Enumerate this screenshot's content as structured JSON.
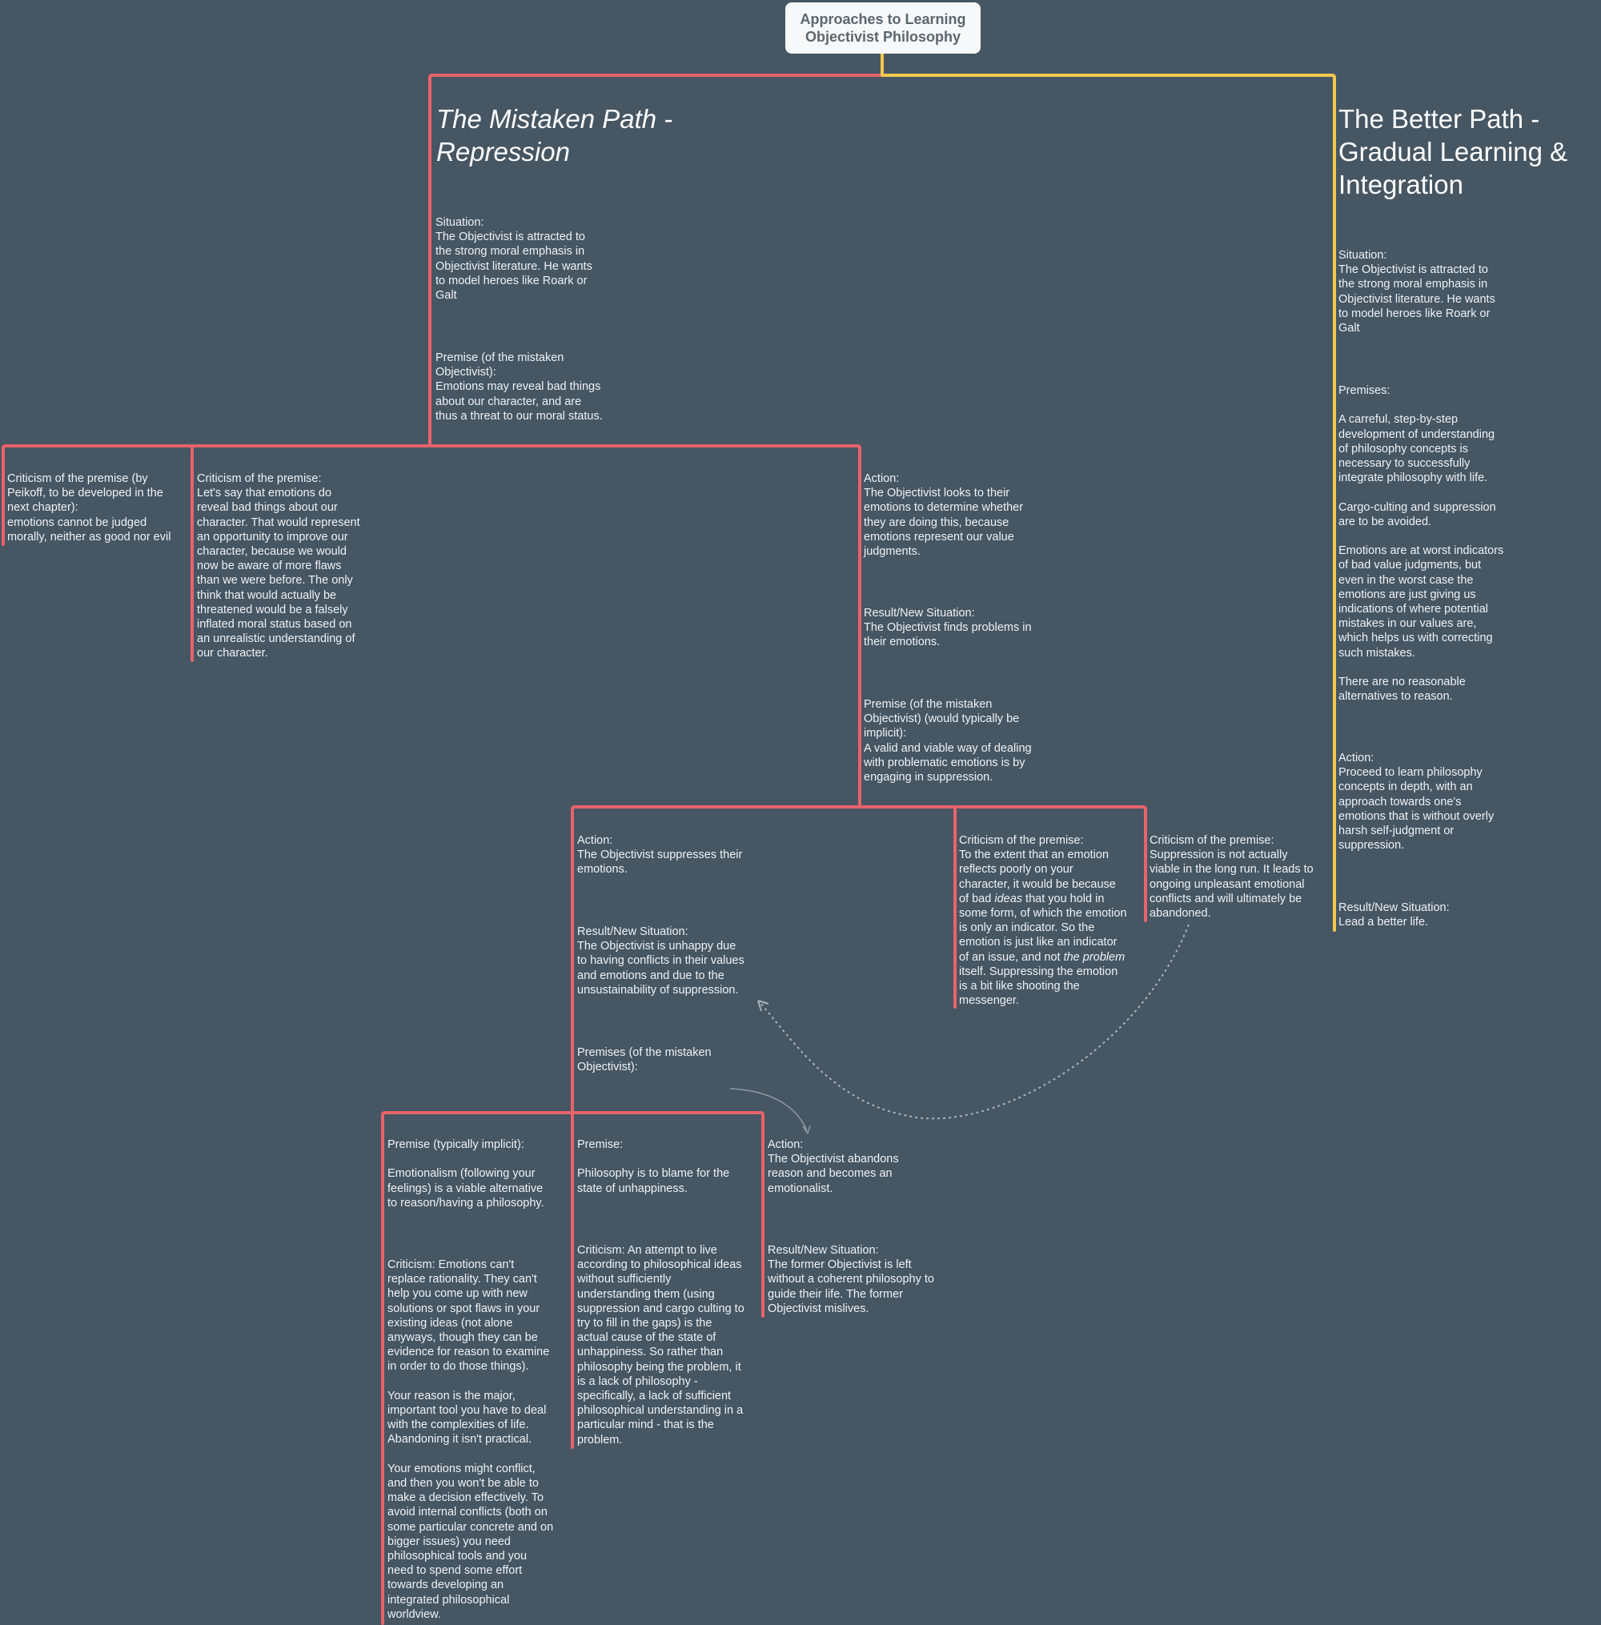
{
  "root": {
    "title": "Approaches to Learning\nObjectivist Philosophy"
  },
  "mistaken": {
    "title": "The Mistaken Path -\nRepression",
    "situation": "Situation:\nThe Objectivist is attracted to\nthe strong moral emphasis in\nObjectivist literature. He wants\nto model heroes like Roark or\nGalt",
    "premise": "Premise (of the mistaken\nObjectivist):\nEmotions may reveal bad things\nabout our character, and are\nthus a threat to our moral status.",
    "criticism_peikoff": "Criticism of the premise (by\nPeikoff, to be developed in the\nnext chapter):\nemotions cannot be judged\nmorally, neither as good nor evil",
    "criticism_improve": "Criticism of the premise:\nLet's say that emotions do\nreveal bad things about our\ncharacter. That would represent\nan opportunity to improve our\ncharacter, because we would\nnow be aware of more flaws\nthan we were before. The only\nthink that would actually be\nthreatened would be a falsely\ninflated moral status based on\nan unrealistic understanding of\nour character.",
    "action_branch": {
      "action": "Action:\nThe Objectivist looks to their\nemotions to determine whether\nthey are doing this, because\nemotions represent our value\njudgments.",
      "result": "Result/New Situation:\nThe Objectivist finds problems in\ntheir emotions.",
      "premise": "Premise (of the mistaken\nObjectivist) (would typically be\nimplicit):\nA valid and viable way of dealing\nwith problematic emotions is by\nengaging in suppression."
    },
    "suppress_branch": {
      "action": "Action:\nThe Objectivist suppresses their\nemotions.",
      "result": "Result/New Situation:\nThe Objectivist is unhappy due\nto having conflicts in their values\nand emotions and due to the\nunsustainability of suppression.",
      "premises": "Premises (of the mistaken\nObjectivist):"
    },
    "criticism_indicator": {
      "p1": "Criticism of the premise:\nTo the extent that an emotion\nreflects poorly on your\ncharacter, it would be because\nof bad ",
      "ideas": "ideas",
      "p2": " that you hold in\nsome form, of which the emotion\nis only an indicator. So the\nemotion is just like an indicator\nof an issue, and not ",
      "problem": "the problem",
      "p3": "\nitself. Suppressing the emotion\nis a bit like shooting the\nmessenger."
    },
    "criticism_suppression": "Criticism of the premise:\nSuppression is not actually\nviable in the long run. It leads to\nongoing unpleasant emotional\nconflicts and will ultimately be\nabandoned.",
    "emotionalism": {
      "premise": "Premise (typically implicit):\n\nEmotionalism (following your\nfeelings) is a viable alternative\nto reason/having a philosophy.",
      "criticism": "Criticism: Emotions can't\nreplace rationality. They can't\nhelp you come up with new\nsolutions or spot flaws in your\nexisting ideas (not alone\nanyways, though they can be\nevidence for reason to examine\nin order to do those things).\n\nYour reason is the major,\nimportant tool you have to deal\nwith the complexities of life.\nAbandoning it isn't practical.\n\nYour emotions might conflict,\nand then you won't be able to\nmake a decision effectively. To\navoid internal conflicts (both on\nsome particular concrete and on\nbigger issues) you need\nphilosophical tools and you\nneed to spend some effort\ntowards developing an\nintegrated philosophical\nworldview."
    },
    "philosophy_blame": {
      "premise": "Premise:\n\nPhilosophy is to blame for the\nstate of unhappiness.",
      "criticism": "Criticism: An attempt to live\naccording to philosophical ideas\nwithout sufficiently\nunderstanding them (using\nsuppression and cargo culting to\ntry to fill in the gaps) is the\nactual cause of the state of\nunhappiness. So rather than\nphilosophy being the problem, it\nis a lack of philosophy -\nspecifically, a lack of sufficient\nphilosophical understanding in a\nparticular mind - that is the\nproblem."
    },
    "abandon": {
      "action": "Action:\nThe Objectivist abandons\nreason and becomes an\nemotionalist.",
      "result": "Result/New Situation:\nThe former Objectivist is left\nwithout a coherent philosophy to\nguide their life. The former\nObjectivist mislives."
    }
  },
  "better": {
    "title": "The Better Path -\nGradual Learning &\nIntegration",
    "situation": "Situation:\nThe Objectivist is attracted to\nthe strong moral emphasis in\nObjectivist literature. He wants\nto model heroes like Roark or\nGalt",
    "premises": "Premises:\n\nA carreful, step-by-step\ndevelopment of understanding\nof philosophy concepts is\nnecessary to successfully\nintegrate philosophy with life.\n\nCargo-culting and suppression\nare to be avoided.\n\nEmotions are at worst indicators\nof bad value judgments, but\neven in the worst case the\nemotions are just giving us\nindications of where potential\nmistakes in our values are,\nwhich helps us with correcting\nsuch mistakes.\n\nThere are no reasonable\nalternatives to reason.",
    "action": "Action:\nProceed to learn philosophy\nconcepts in depth, with an\napproach towards one's\nemotions that is without overly\nharsh self-judgment or\nsuppression.",
    "result": "Result/New Situation:\nLead a better life."
  },
  "colors": {
    "background": "#465663",
    "mistaken": "#e8636b",
    "better": "#f2c94c",
    "root_box": "#f7f8f9"
  }
}
